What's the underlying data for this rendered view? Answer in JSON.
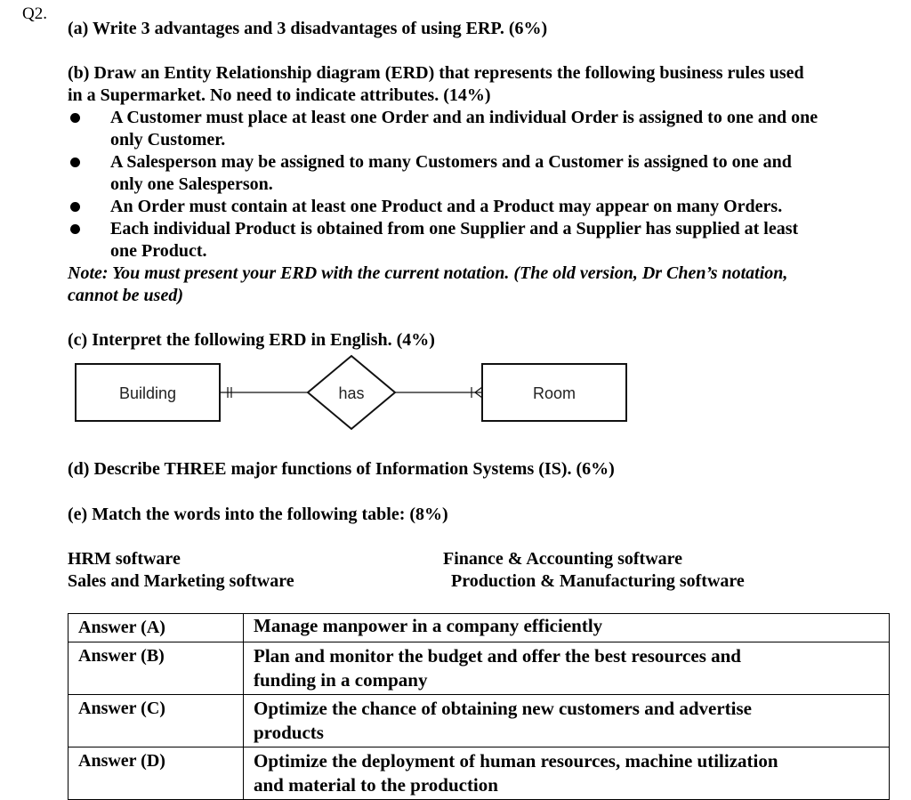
{
  "question_number": "Q2.",
  "part_a": "(a) Write 3 advantages and 3 disadvantages of using ERP. (6%)",
  "part_b": {
    "intro_line1": "(b) Draw an Entity Relationship diagram (ERD) that represents the following business rules used",
    "intro_line2": "in a Supermarket. No need to indicate attributes. (14%)",
    "rules": [
      [
        "A Customer must place at least one Order and an individual Order is assigned to one and one",
        "only Customer."
      ],
      [
        "A Salesperson may be assigned to many Customers and a Customer is assigned to one and",
        "only one Salesperson."
      ],
      [
        "An Order must contain at least one Product and a Product may appear on many Orders."
      ],
      [
        "Each individual Product is obtained from one Supplier and a Supplier has supplied at least",
        "one Product."
      ]
    ],
    "note_line1": "Note: You must present your ERD with the current notation. (The old version, Dr Chen’s notation,",
    "note_line2": "cannot be used)"
  },
  "part_c": {
    "text": "(c) Interpret the following ERD in English. (4%)",
    "erd": {
      "entity_left": "Building",
      "relationship": "has",
      "entity_right": "Room",
      "left_cardinality": "one and only one",
      "right_cardinality": "one or many"
    }
  },
  "part_d": "(d) Describe THREE major functions of Information Systems (IS). (6%)",
  "part_e": {
    "text": "(e) Match the words into the following table: (8%)",
    "words": [
      "HRM software",
      "Finance & Accounting software",
      "Sales and Marketing software",
      "Production & Manufacturing software"
    ],
    "table": [
      {
        "answer": "Answer (A)",
        "description": [
          "Manage manpower in a company efficiently"
        ]
      },
      {
        "answer": "Answer (B)",
        "description": [
          "Plan and monitor the budget and offer the best resources and",
          "funding in a company"
        ]
      },
      {
        "answer": "Answer (C)",
        "description": [
          "Optimize the chance of obtaining new customers and advertise",
          "products"
        ]
      },
      {
        "answer": "Answer (D)",
        "description": [
          "Optimize the deployment of human resources, machine utilization",
          "and material to the production"
        ]
      }
    ]
  }
}
